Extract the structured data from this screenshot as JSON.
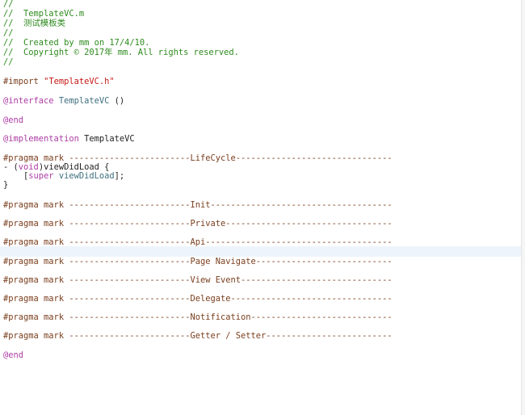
{
  "editor": {
    "lines": {
      "l1": "//",
      "l2": "//  TemplateVC.m",
      "l3": "//  测试模板类",
      "l4": "//",
      "l5": "//  Created by mm on 17/4/10.",
      "l6": "//  Copyright © 2017年 mm. All rights reserved.",
      "l7": "//",
      "import_kw": "#import",
      "import_str": "\"TemplateVC.h\"",
      "interface_kw": "@interface",
      "interface_name": "TemplateVC",
      "interface_rest": " ()",
      "end1": "@end",
      "impl_kw": "@implementation",
      "impl_name": "TemplateVC",
      "pragma_lifecycle": "#pragma mark ------------------------LifeCycle-------------------------------",
      "method_dash": "- (",
      "method_void": "void",
      "method_rest": ")viewDidLoad {",
      "super_open": "    [",
      "super_kw": "super",
      "super_call": "viewDidLoad",
      "super_close": "];",
      "close_brace": "}",
      "pragma_init": "#pragma mark ------------------------Init------------------------------------",
      "pragma_private": "#pragma mark ------------------------Private---------------------------------",
      "pragma_api": "#pragma mark ------------------------Api-------------------------------------",
      "pragma_page_navigate": "#pragma mark ------------------------Page Navigate---------------------------",
      "pragma_view_event": "#pragma mark ------------------------View Event------------------------------",
      "pragma_delegate": "#pragma mark ------------------------Delegate--------------------------------",
      "pragma_notification": "#pragma mark ------------------------Notification----------------------------",
      "pragma_getter_setter": "#pragma mark ------------------------Getter / Setter-------------------------",
      "end2": "@end"
    }
  },
  "colors": {
    "comment": "#2e8b1e",
    "preprocessor": "#7a3e1d",
    "string": "#c41a16",
    "keyword": "#ad3da4",
    "type": "#3e6f7f",
    "current_line": "#eef4fb"
  }
}
